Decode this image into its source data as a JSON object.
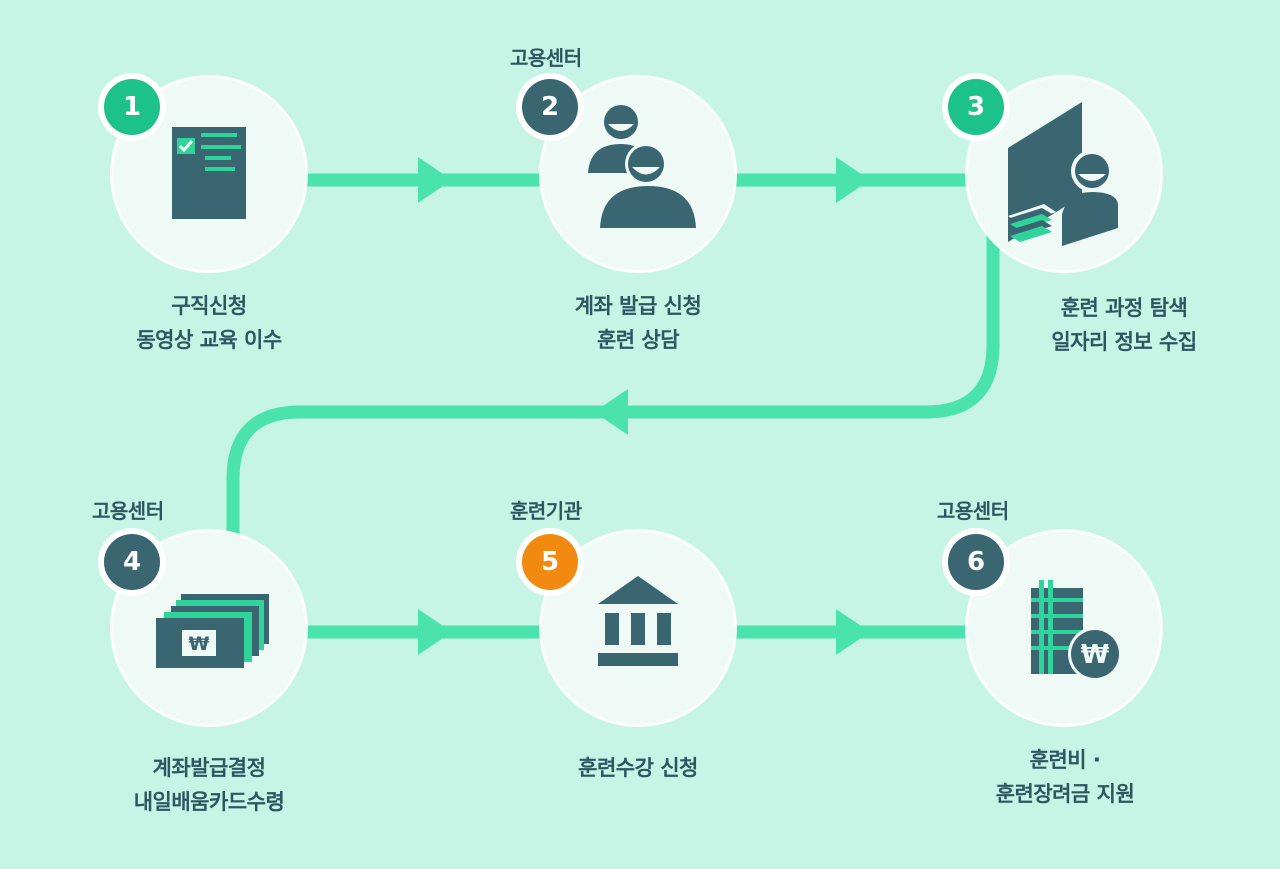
{
  "colors": {
    "background": "#c6f5e6",
    "connector": "#4be3ad",
    "icon_dark": "#3a6672",
    "icon_accent": "#2ed49a",
    "badge_green": "#1dc28a",
    "badge_dark": "#3a6672",
    "badge_orange": "#f28a12",
    "text": "#2e5560"
  },
  "steps": [
    {
      "number": "1",
      "tag": "",
      "icon": "document-checklist-icon",
      "badge_color": "badge_green",
      "caption": [
        "구직신청",
        "동영상 교육 이수"
      ]
    },
    {
      "number": "2",
      "tag": "고용센터",
      "icon": "consultation-people-icon",
      "badge_color": "badge_dark",
      "caption": [
        "계좌 발급 신청",
        "훈련 상담"
      ]
    },
    {
      "number": "3",
      "tag": "",
      "icon": "person-board-icon",
      "badge_color": "badge_green",
      "caption": [
        "훈련 과정 탐색",
        "일자리 정보 수집"
      ]
    },
    {
      "number": "4",
      "tag": "고용센터",
      "icon": "card-stack-won-icon",
      "badge_color": "badge_dark",
      "caption": [
        "계좌발급결정",
        "내일배움카드수령"
      ]
    },
    {
      "number": "5",
      "tag": "훈련기관",
      "icon": "institution-building-icon",
      "badge_color": "badge_orange",
      "caption": [
        "훈련수강 신청"
      ]
    },
    {
      "number": "6",
      "tag": "고용센터",
      "icon": "ledger-won-coin-icon",
      "badge_color": "badge_dark",
      "caption": [
        "훈련비 ·",
        "훈련장려금 지원"
      ]
    }
  ]
}
